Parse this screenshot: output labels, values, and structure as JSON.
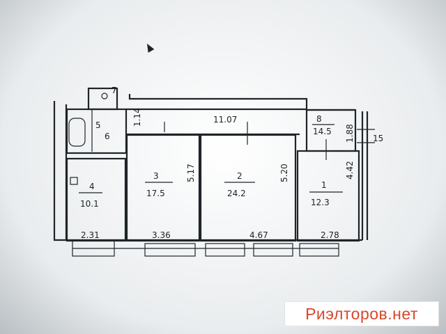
{
  "rooms": [
    {
      "number": "1",
      "area": "12.3"
    },
    {
      "number": "2",
      "area": "24.2"
    },
    {
      "number": "3",
      "area": "17.5"
    },
    {
      "number": "4",
      "area": "10.1"
    },
    {
      "number": "5",
      "area": ""
    },
    {
      "number": "6",
      "area": ""
    },
    {
      "number": "7",
      "area": ""
    },
    {
      "number": "8",
      "area": "14.5"
    }
  ],
  "dimensions": {
    "corridor_length": "11.07",
    "corridor_width": "1.14",
    "room8_width": "1.88",
    "room1_depth": "4.42",
    "room2_depth": "5.20",
    "room3_depth": "5.17",
    "width_4": "2.31",
    "width_3": "3.36",
    "width_2": "4.67",
    "width_1": "2.78"
  },
  "marker": "15",
  "watermark": "Риэлторов.нет"
}
